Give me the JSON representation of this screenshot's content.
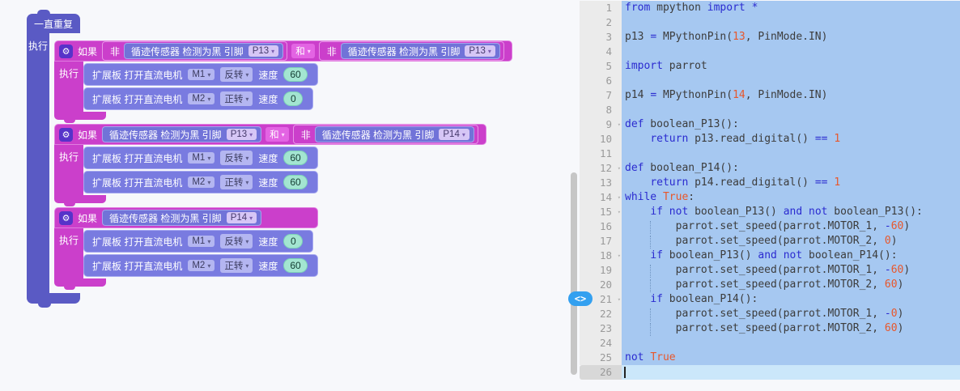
{
  "workspace": {
    "repeat_label": "一直重复",
    "do_label": "执行",
    "if_label": "如果",
    "and_label": "和",
    "not_label": "非",
    "sensor_label": "循迹传感器 检测为黑 引脚",
    "motor_label": "扩展板 打开直流电机",
    "speed_label": "速度",
    "gear_icon": "⚙",
    "caret_icon": "▾",
    "ifs": [
      {
        "pins": [
          "P13",
          "P13"
        ],
        "motors": [
          {
            "port": "M1",
            "dir": "反转",
            "speed": "60"
          },
          {
            "port": "M2",
            "dir": "正转",
            "speed": "0"
          }
        ]
      },
      {
        "pins": [
          "P13",
          "P14"
        ],
        "motors": [
          {
            "port": "M1",
            "dir": "反转",
            "speed": "60"
          },
          {
            "port": "M2",
            "dir": "正转",
            "speed": "60"
          }
        ]
      },
      {
        "pins": [
          "P14"
        ],
        "motors": [
          {
            "port": "M1",
            "dir": "反转",
            "speed": "0"
          },
          {
            "port": "M2",
            "dir": "正转",
            "speed": "60"
          }
        ]
      }
    ]
  },
  "colors": {
    "loop_block": "#5a5ac4",
    "if_block": "#cb3fcb",
    "io_block": "#7173d8",
    "selection": "#a6c8f1",
    "active_line": "#cbe7fa",
    "keyword": "#2b2bd0",
    "number": "#e8572b",
    "badge": "#33a0f0"
  },
  "code_editor": {
    "badge_icon": "<>",
    "badge_line": 21,
    "active_line": 26,
    "fold_lines": [
      9,
      12,
      14,
      15,
      18,
      21
    ],
    "guide_lines": [
      16,
      17,
      19,
      20,
      22,
      23
    ],
    "lines": [
      {
        "n": 1,
        "tokens": [
          [
            "k",
            "from"
          ],
          [
            "d",
            " mpython "
          ],
          [
            "k",
            "import"
          ],
          [
            "d",
            " "
          ],
          [
            "k",
            "*"
          ]
        ]
      },
      {
        "n": 2,
        "tokens": []
      },
      {
        "n": 3,
        "tokens": [
          [
            "d",
            "p13 "
          ],
          [
            "k",
            "="
          ],
          [
            "d",
            " MPythonPin("
          ],
          [
            "n",
            "13"
          ],
          [
            "d",
            ", PinMode.IN)"
          ]
        ]
      },
      {
        "n": 4,
        "tokens": []
      },
      {
        "n": 5,
        "tokens": [
          [
            "k",
            "import"
          ],
          [
            "d",
            " parrot"
          ]
        ]
      },
      {
        "n": 6,
        "tokens": []
      },
      {
        "n": 7,
        "tokens": [
          [
            "d",
            "p14 "
          ],
          [
            "k",
            "="
          ],
          [
            "d",
            " MPythonPin("
          ],
          [
            "n",
            "14"
          ],
          [
            "d",
            ", PinMode.IN)"
          ]
        ]
      },
      {
        "n": 8,
        "tokens": []
      },
      {
        "n": 9,
        "tokens": [
          [
            "k",
            "def"
          ],
          [
            "d",
            " boolean_P13():"
          ]
        ]
      },
      {
        "n": 10,
        "tokens": [
          [
            "d",
            "    "
          ],
          [
            "k",
            "return"
          ],
          [
            "d",
            " p13.read_digital() "
          ],
          [
            "k",
            "=="
          ],
          [
            "d",
            " "
          ],
          [
            "n",
            "1"
          ]
        ]
      },
      {
        "n": 11,
        "tokens": []
      },
      {
        "n": 12,
        "tokens": [
          [
            "k",
            "def"
          ],
          [
            "d",
            " boolean_P14():"
          ]
        ]
      },
      {
        "n": 13,
        "tokens": [
          [
            "d",
            "    "
          ],
          [
            "k",
            "return"
          ],
          [
            "d",
            " p14.read_digital() "
          ],
          [
            "k",
            "=="
          ],
          [
            "d",
            " "
          ],
          [
            "n",
            "1"
          ]
        ]
      },
      {
        "n": 14,
        "tokens": [
          [
            "k",
            "while"
          ],
          [
            "d",
            " "
          ],
          [
            "n",
            "True"
          ],
          [
            "d",
            ":"
          ]
        ]
      },
      {
        "n": 15,
        "tokens": [
          [
            "d",
            "    "
          ],
          [
            "k",
            "if"
          ],
          [
            "d",
            " "
          ],
          [
            "k",
            "not"
          ],
          [
            "d",
            " boolean_P13() "
          ],
          [
            "k",
            "and"
          ],
          [
            "d",
            " "
          ],
          [
            "k",
            "not"
          ],
          [
            "d",
            " boolean_P13():"
          ]
        ]
      },
      {
        "n": 16,
        "tokens": [
          [
            "d",
            "        parrot.set_speed(parrot.MOTOR_1, "
          ],
          [
            "k",
            "-"
          ],
          [
            "n",
            "60"
          ],
          [
            "d",
            ")"
          ]
        ]
      },
      {
        "n": 17,
        "tokens": [
          [
            "d",
            "        parrot.set_speed(parrot.MOTOR_2, "
          ],
          [
            "n",
            "0"
          ],
          [
            "d",
            ")"
          ]
        ]
      },
      {
        "n": 18,
        "tokens": [
          [
            "d",
            "    "
          ],
          [
            "k",
            "if"
          ],
          [
            "d",
            " boolean_P13() "
          ],
          [
            "k",
            "and"
          ],
          [
            "d",
            " "
          ],
          [
            "k",
            "not"
          ],
          [
            "d",
            " boolean_P14():"
          ]
        ]
      },
      {
        "n": 19,
        "tokens": [
          [
            "d",
            "        parrot.set_speed(parrot.MOTOR_1, "
          ],
          [
            "k",
            "-"
          ],
          [
            "n",
            "60"
          ],
          [
            "d",
            ")"
          ]
        ]
      },
      {
        "n": 20,
        "tokens": [
          [
            "d",
            "        parrot.set_speed(parrot.MOTOR_2, "
          ],
          [
            "n",
            "60"
          ],
          [
            "d",
            ")"
          ]
        ]
      },
      {
        "n": 21,
        "tokens": [
          [
            "d",
            "    "
          ],
          [
            "k",
            "if"
          ],
          [
            "d",
            " boolean_P14():"
          ]
        ]
      },
      {
        "n": 22,
        "tokens": [
          [
            "d",
            "        parrot.set_speed(parrot.MOTOR_1, "
          ],
          [
            "k",
            "-"
          ],
          [
            "n",
            "0"
          ],
          [
            "d",
            ")"
          ]
        ]
      },
      {
        "n": 23,
        "tokens": [
          [
            "d",
            "        parrot.set_speed(parrot.MOTOR_2, "
          ],
          [
            "n",
            "60"
          ],
          [
            "d",
            ")"
          ]
        ]
      },
      {
        "n": 24,
        "tokens": []
      },
      {
        "n": 25,
        "tokens": [
          [
            "k",
            "not"
          ],
          [
            "d",
            " "
          ],
          [
            "n",
            "True"
          ]
        ]
      },
      {
        "n": 26,
        "tokens": []
      }
    ]
  }
}
